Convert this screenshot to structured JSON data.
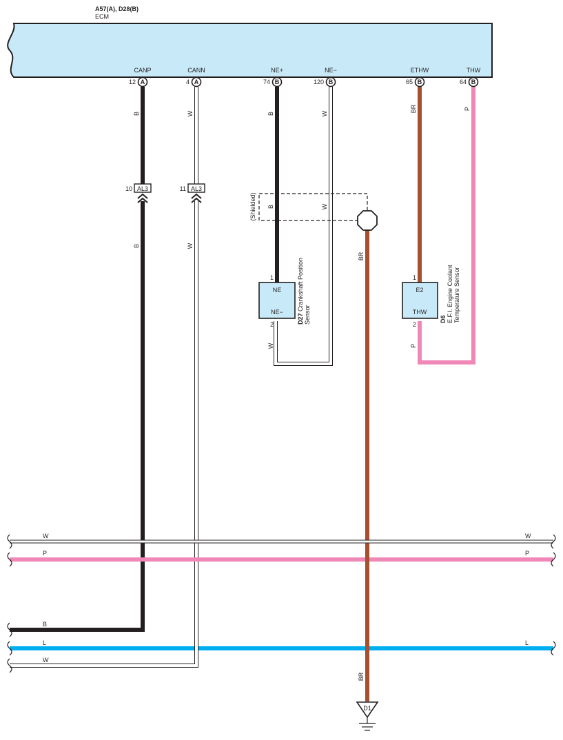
{
  "ecm": {
    "connectors": "A57(A), D28(B)",
    "name": "ECM",
    "terminals": [
      {
        "id": "canp",
        "name": "CANP",
        "pin": "12",
        "connector": "A"
      },
      {
        "id": "cann",
        "name": "CANN",
        "pin": "4",
        "connector": "A"
      },
      {
        "id": "ne-plus",
        "name": "NE+",
        "pin": "74",
        "connector": "B"
      },
      {
        "id": "ne-minus",
        "name": "NE−",
        "pin": "120",
        "connector": "B"
      },
      {
        "id": "ethw",
        "name": "ETHW",
        "pin": "65",
        "connector": "B"
      },
      {
        "id": "thw",
        "name": "THW",
        "pin": "64",
        "connector": "B"
      }
    ]
  },
  "wire_colors": {
    "B": "#231f20",
    "W": "#ffffff",
    "BR": "#a5502e",
    "P": "#ef88b7",
    "L": "#00aeef"
  },
  "wire_labels": {
    "canp_upper": "B",
    "canp_lower": "B",
    "cann_upper": "W",
    "cann_lower": "W",
    "ne_plus_upper": "B",
    "ne_plus_shield": "B",
    "ne_minus_upper": "W",
    "ne_minus_shield": "W",
    "ne_minus_lower": "W",
    "ethw": "BR",
    "thw_upper": "P",
    "thw_lower": "P",
    "shield_ground": "BR",
    "ground_lower": "BR"
  },
  "junctions": [
    {
      "id": "al3-10",
      "pin": "10",
      "name": "AL3"
    },
    {
      "id": "al3-11",
      "pin": "11",
      "name": "AL3"
    }
  ],
  "shield": {
    "label": "(Shielded)"
  },
  "sensors": {
    "d27": {
      "code": "D27",
      "line1": "Crankshaft Position",
      "line2": "Sensor",
      "terminal_top": "NE",
      "terminal_bottom": "NE−",
      "pin_top": "1",
      "pin_bottom": "2"
    },
    "d6": {
      "code": "D6",
      "line1": "E.F.I. Engine Coolant",
      "line2": "Temperature Sensor",
      "terminal_top": "E2",
      "terminal_bottom": "THW",
      "pin_top": "1",
      "pin_bottom": "2"
    }
  },
  "bus_lines": [
    {
      "id": "w-top",
      "left_label": "W",
      "right_label": "W"
    },
    {
      "id": "p",
      "left_label": "P",
      "right_label": "P"
    },
    {
      "id": "b",
      "left_label": "B",
      "right_label": ""
    },
    {
      "id": "l",
      "left_label": "L",
      "right_label": "L"
    },
    {
      "id": "w-bottom",
      "left_label": "W",
      "right_label": ""
    }
  ],
  "ground": {
    "label": "D1"
  }
}
